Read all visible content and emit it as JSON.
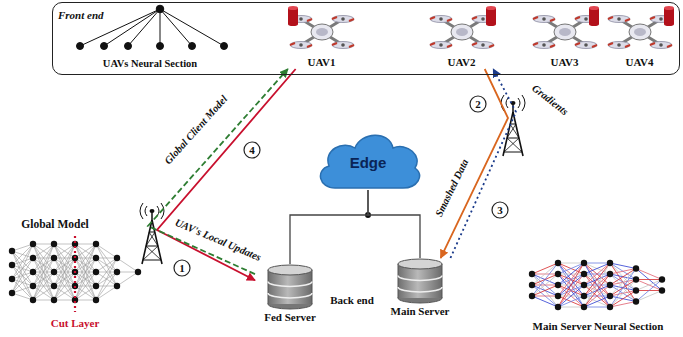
{
  "diagram": {
    "nodes": [
      {
        "text": [
          "Front end"
        ]
      },
      {
        "text": [
          "UAV1"
        ],
        "in": 0
      },
      {
        "text": [
          "UAV2"
        ],
        "in": 0
      },
      {
        "text": [
          "UAV3"
        ],
        "in": 0
      },
      {
        "text": [
          "UAV4"
        ],
        "in": 0
      },
      {
        "text": [
          "Edge"
        ]
      },
      {
        "text": [
          "Fed Server"
        ]
      },
      {
        "text": [
          "Main Server"
        ]
      }
    ],
    "edges": [
      {
        "from": 1,
        "to": 6,
        "label": "UAV's Local Updates",
        "arrow": "to"
      },
      {
        "from": 6,
        "to": 1,
        "label": "Global Client Model",
        "arrow": "to"
      },
      {
        "from": 2,
        "to": 7,
        "label": "Smashed Data",
        "arrow": "to"
      },
      {
        "from": 7,
        "to": 2,
        "label": "Gradients",
        "arrow": "to"
      },
      {
        "from": 5,
        "to": 6,
        "arrow": "none"
      },
      {
        "from": 5,
        "to": 7,
        "arrow": "none"
      }
    ],
    "labels": [
      "UAVs Neural Section",
      "Global Model",
      "Cut Layer",
      "4",
      "1",
      "2",
      "3",
      "Back end",
      "Main Server Neural Section"
    ]
  }
}
